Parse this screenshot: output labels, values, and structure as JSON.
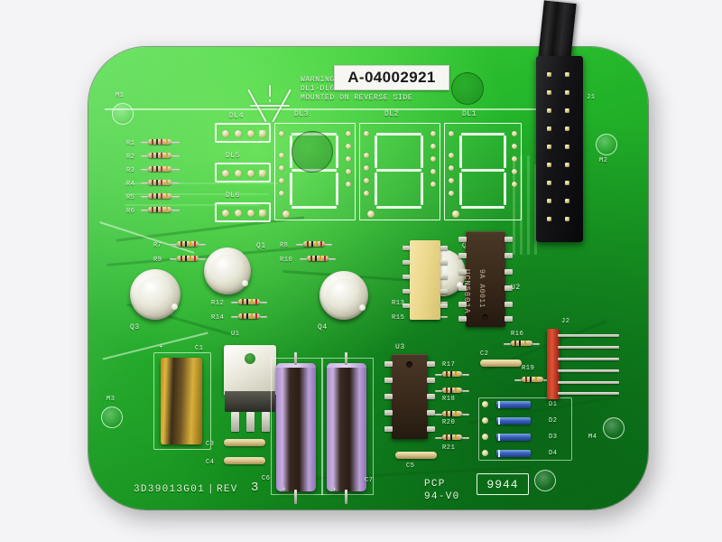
{
  "photo": {
    "subject": "printed-circuit-board",
    "background_color": "#f4f4f6",
    "board_color": "#22b329",
    "silkscreen_color": "#eafbe6"
  },
  "warning": {
    "icon": "warning-triangle-icon",
    "line1": "WARNING",
    "line2": "DL1-DL6",
    "line3": "MOUNTED ON REVERSE SIDE"
  },
  "label_sticker": {
    "text": "A-04002921"
  },
  "displays": [
    {
      "ref": "DL1"
    },
    {
      "ref": "DL2"
    },
    {
      "ref": "DL3"
    }
  ],
  "connectors_dl": [
    {
      "ref": "DL4"
    },
    {
      "ref": "DL5"
    },
    {
      "ref": "DL6"
    }
  ],
  "resistors_left": [
    {
      "ref": "R1"
    },
    {
      "ref": "R2"
    },
    {
      "ref": "R3"
    },
    {
      "ref": "R4"
    },
    {
      "ref": "R5"
    },
    {
      "ref": "R6"
    }
  ],
  "resistors_mid": [
    {
      "ref": "R7"
    },
    {
      "ref": "R9"
    },
    {
      "ref": "R12"
    },
    {
      "ref": "R14"
    },
    {
      "ref": "R8"
    },
    {
      "ref": "R10"
    },
    {
      "ref": "R13"
    },
    {
      "ref": "R15"
    }
  ],
  "resistors_right": [
    {
      "ref": "R17"
    },
    {
      "ref": "R18"
    },
    {
      "ref": "R20"
    },
    {
      "ref": "R21"
    },
    {
      "ref": "R16"
    },
    {
      "ref": "R19"
    }
  ],
  "transistors": [
    {
      "ref": "Q1"
    },
    {
      "ref": "Q2"
    },
    {
      "ref": "Q3"
    },
    {
      "ref": "Q4"
    }
  ],
  "ics": [
    {
      "ref": "U1"
    },
    {
      "ref": "U2",
      "marking_line1": "UCN5801A",
      "marking_line2": "9A A0011"
    },
    {
      "ref": "U3"
    }
  ],
  "capacitors": [
    {
      "ref": "C1"
    },
    {
      "ref": "C2"
    },
    {
      "ref": "C3"
    },
    {
      "ref": "C4"
    },
    {
      "ref": "C5"
    },
    {
      "ref": "C6"
    },
    {
      "ref": "C7"
    }
  ],
  "diodes": [
    {
      "ref": "D1"
    },
    {
      "ref": "D2"
    },
    {
      "ref": "D3"
    },
    {
      "ref": "D4"
    }
  ],
  "headers": [
    {
      "ref": "J1"
    },
    {
      "ref": "J2"
    }
  ],
  "mounting_holes": [
    {
      "ref": "M1"
    },
    {
      "ref": "M2"
    },
    {
      "ref": "M3"
    },
    {
      "ref": "M4"
    }
  ],
  "board_markings": {
    "part_number": "3D39013G01",
    "separator": "|",
    "revision_label": "REV",
    "revision_value": "3",
    "material_line1": "PCP",
    "material_line2": "94-V0",
    "date_code": "9944"
  }
}
